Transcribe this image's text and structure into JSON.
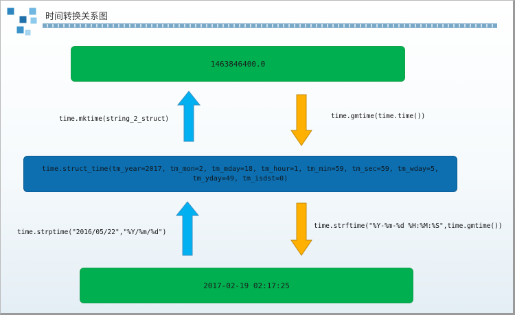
{
  "header": {
    "title": "时间转换关系图"
  },
  "nodes": {
    "timestamp": "1463846400.0",
    "struct_time": "time.struct_time(tm_year=2017, tm_mon=2, tm_mday=18, tm_hour=1, tm_min=59, tm_sec=59, tm_wday=5, tm_yday=49, tm_isdst=0)",
    "formatted": "2017-02-19 02:17:25"
  },
  "edges": {
    "mktime": "time.mktime(string_2_struct)",
    "gmtime": "time.gmtime(time.time())",
    "strptime": "time.strptime(\"2016/05/22\",\"%Y/%m/%d\")",
    "strftime": "time.strftime(\"%Y-%m-%d %H:%M:%S\",time.gmtime())"
  },
  "colors": {
    "green_box": "#00b050",
    "blue_box": "#0d6fb0",
    "up_arrow": "#00b0f0",
    "down_arrow": "#ffb000"
  }
}
